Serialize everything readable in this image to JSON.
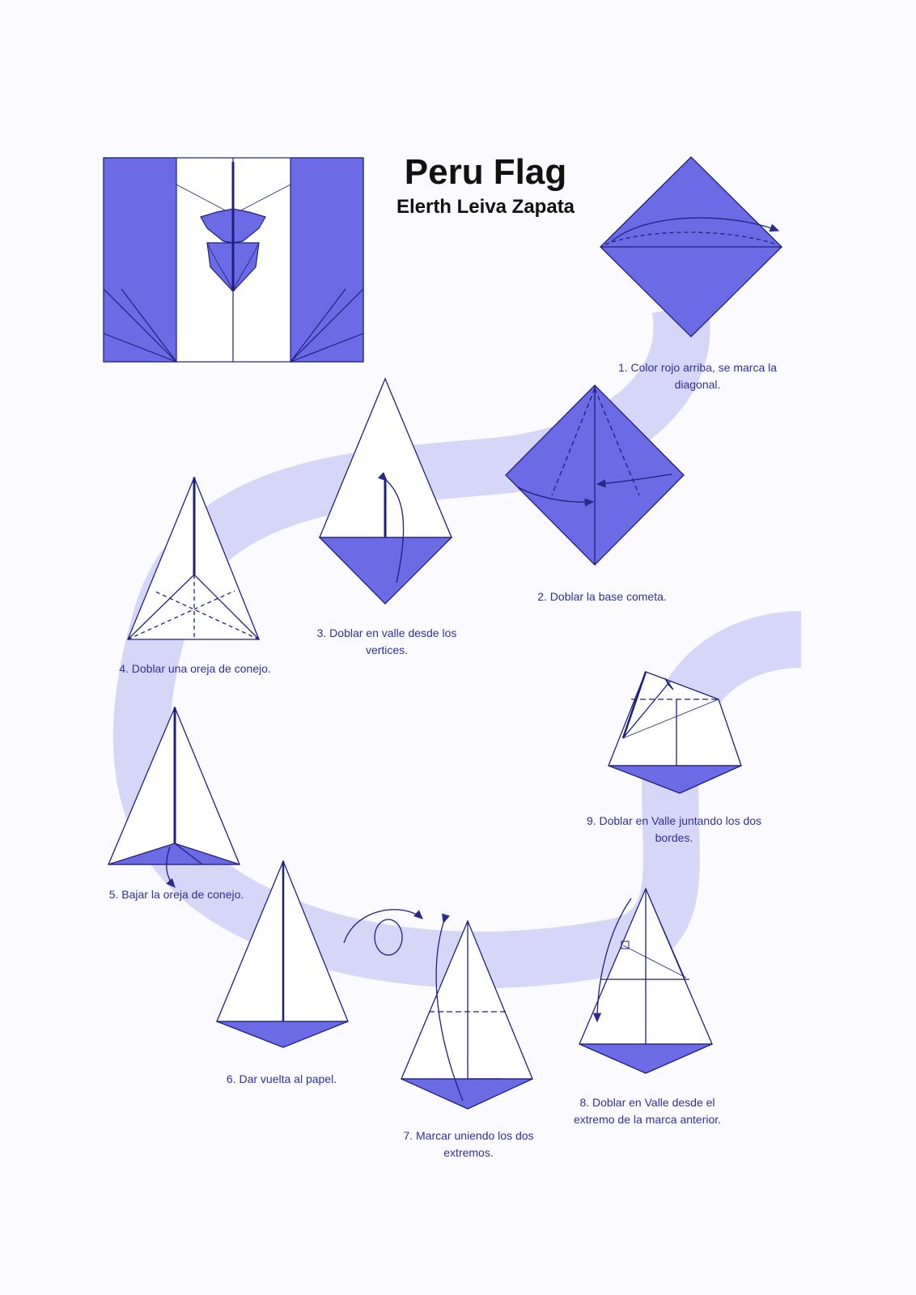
{
  "document": {
    "title": "Peru Flag",
    "author": "Elerth Leiva Zapata"
  },
  "colors": {
    "paper_color": "#6b6be6",
    "guide_band": "#c7c7f5",
    "line": "#2a2a8c",
    "caption_text": "#2f2f9a"
  },
  "steps": [
    {
      "number": "1",
      "caption": "1. Color rojo arriba, se marca la diagonal."
    },
    {
      "number": "2",
      "caption": "2. Doblar la base cometa."
    },
    {
      "number": "3",
      "caption": "3. Doblar en valle desde los vertices."
    },
    {
      "number": "4",
      "caption": "4. Doblar una oreja de conejo."
    },
    {
      "number": "5",
      "caption": "5. Bajar la oreja de conejo."
    },
    {
      "number": "6",
      "caption": "6. Dar vuelta al papel."
    },
    {
      "number": "7",
      "caption": "7. Marcar uniendo los dos extremos."
    },
    {
      "number": "8",
      "caption": "8. Doblar en Valle desde el extremo de la marca anterior."
    },
    {
      "number": "9",
      "caption": "9. Doblar en Valle juntando los dos bordes."
    }
  ]
}
